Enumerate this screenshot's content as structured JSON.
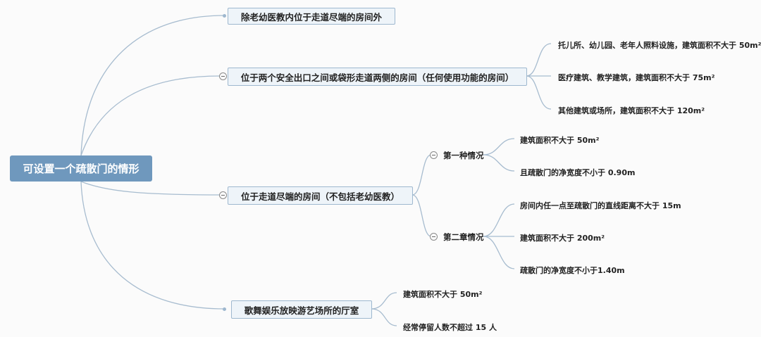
{
  "root": {
    "label": "可设置一个疏散门的情形"
  },
  "branches": [
    {
      "label": "除老幼医教内位于走道尽端的房间外"
    },
    {
      "label": "位于两个安全出口之间或袋形走道两侧的房间（任何使用功能的房间）",
      "leaves": [
        "托儿所、幼儿园、老年人照料设施，建筑面积不大于 50m²",
        "医疗建筑、教学建筑，建筑面积不大于 75m²",
        "其他建筑或场所，建筑面积不大于 120m²"
      ]
    },
    {
      "label": "位于走道尽端的房间（不包括老幼医教）",
      "subs": [
        {
          "label": "第一种情况",
          "leaves": [
            "建筑面积不大于 50m²",
            "且疏散门的净宽度不小于 0.90m"
          ]
        },
        {
          "label": "第二章情况",
          "leaves": [
            "房间内任一点至疏散门的直线距离不大于 15m",
            "建筑面积不大于 200m²",
            "疏散门的净宽度不小于1.40m"
          ]
        }
      ]
    },
    {
      "label": "歌舞娱乐放映游艺场所的厅室",
      "leaves": [
        "建筑面积不大于 50m²",
        "经常停留人数不超过 15 人"
      ]
    }
  ]
}
